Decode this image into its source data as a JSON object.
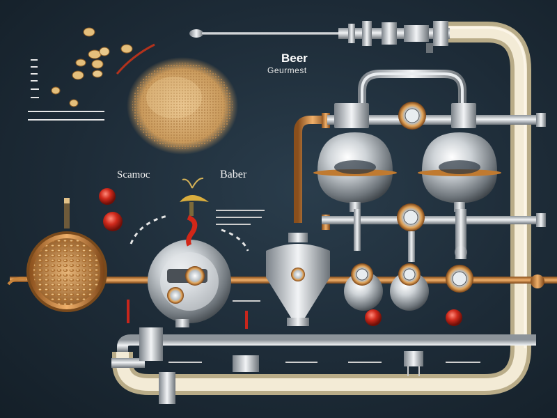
{
  "title": {
    "line1": "Beer",
    "line2": "Geurmest"
  },
  "labels": {
    "left_label": "Scamoc",
    "right_label": "Baber"
  },
  "colors": {
    "background": "#1d2b37",
    "cream_pipe": "#ece2c8",
    "copper": "#c8843c",
    "steel": "#c9ced3",
    "grain": "#d2a26a",
    "red_accent": "#c8261c"
  },
  "icons": [
    "grain-bowl-icon",
    "pressure-gauge-icon",
    "red-valve-icon",
    "hop-cone-icon",
    "spoon-icon"
  ]
}
